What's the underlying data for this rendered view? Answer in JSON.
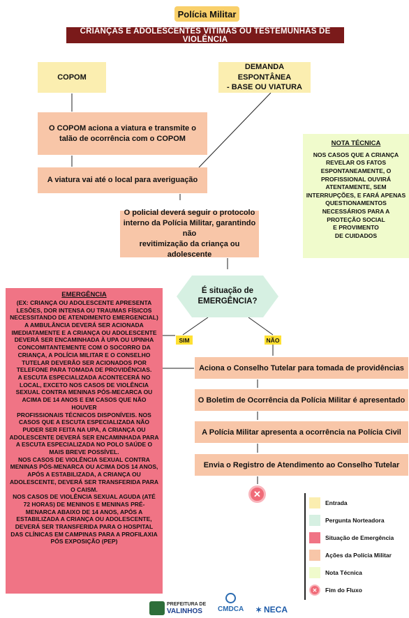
{
  "header": {
    "title": "Polícia Militar",
    "subtitle": "CRIANÇAS E ADOLESCENTES VÍTIMAS OU TESTEMUNHAS DE VIOLÊNCIA"
  },
  "flow": {
    "copom": "COPOM",
    "demanda_line1": "DEMANDA ESPONTÂNEA",
    "demanda_line2": "- BASE OU VIATURA",
    "step1_line1": "O COPOM aciona a viatura e transmite o",
    "step1_line2": "talão de ocorrência com o COPOM",
    "step2": "A viatura vai até o local para averiguação",
    "protocol_line1": "O policial deverá seguir o protocolo",
    "protocol_line2": "interno da Polícia Militar, garantindo não",
    "protocol_line3": "revitimização da criança ou adolescente",
    "decision_line1": "É situação de",
    "decision_line2": "EMERGÊNCIA?",
    "sim": "SIM",
    "nao": "NÃO",
    "actions": [
      "Aciona o Conselho Tutelar para tomada de providências",
      "O Boletim de Ocorrência da Polícia Militar é apresentado",
      "A Polícia Militar apresenta a ocorrência na Polícia Civil",
      "Envia o Registro de Atendimento ao Conselho Tutelar"
    ]
  },
  "nota_tecnica": {
    "title": "NOTA TÉCNICA",
    "lines": [
      "NOS CASOS QUE A CRIANÇA",
      "REVELAR OS FATOS",
      "ESPONTANEAMENTE, O",
      "PROFISSIONAL OUVIRÁ",
      "ATENTAMENTE, SEM",
      "INTERRUPÇÕES, E FARÁ APENAS",
      "QUESTIONAMENTOS",
      "NECESSÁRIOS PARA A",
      "PROTEÇÃO SOCIAL",
      "E PROVIMENTO",
      "DE CUIDADOS"
    ]
  },
  "emergencia": {
    "title": "EMERGÊNCIA",
    "lines": [
      "(EX: CRIANÇA OU ADOLESCENTE APRESENTA",
      "LESÕES, DOR INTENSA OU TRAUMAS FÍSICOS",
      "NECESSITANDO DE ATENDIMENTO EMERGENCIAL)",
      "A AMBULÂNCIA DEVERÁ SER ACIONADA",
      "IMEDIATAMENTE E A CRIANÇA OU ADOLESCENTE",
      "DEVERÁ SER ENCAMINHADA À UPA OU UPINHA",
      "CONCOMITANTEMENTE COM O SOCORRO DA",
      "CRIANÇA, A POLÍCIA MILITAR E O CONSELHO",
      "TUTELAR DEVERÃO SER ACIONADOS POR",
      "TELEFONE PARA TOMADA DE PROVIDÊNCIAS.",
      "A ESCUTA ESPECIALIZADA ACONTECERÁ NO",
      "LOCAL, EXCETO NOS CASOS DE VIOLÊNCIA",
      "SEXUAL CONTRA MENINAS PÓS-MECARCA OU",
      "ACIMA DE 14 ANOS E EM CASOS QUE NÃO HOUVER",
      "PROFISSIONAIS TÉCNICOS DISPONÍVEIS. NOS",
      "CASOS QUE A ESCUTA ESPECIALIZADA NÃO",
      "PUDER SER FEITA NA UPA, A CRIANÇA OU",
      "ADOLESCENTE DEVERÁ SER ENCAMINHADA PARA",
      "A ESCUTA ESPECIALIZADA NO POLO SAÚDE O",
      "MAIS BREVE POSSÍVEL.",
      "NOS CASOS DE VIOLÊNCIA SEXUAL CONTRA",
      "MENINAS PÓS-MENARCA OU ACIMA DOS 14 ANOS,",
      "APÓS A ESTABILIZADA, A CRIANÇA OU",
      "ADOLESCENTE, DEVERÁ SER TRANSFERIDA PARA",
      "O CAISM.",
      "NOS CASOS DE VIOLÊNCIA SEXUAL AGUDA (ATÉ",
      "72 HORAS) DE MENINOS E MENINAS PRÉ-",
      "MENARCA ABAIXO DE 14 ANOS, APÓS A",
      "ESTABILIZADA A CRIANÇA OU ADOLESCENTE,",
      "DEVERÁ SER TRANSFERIDA PARA O HOSPITAL",
      "DAS CLÍNICAS EM CAMPINAS PARA A PROFILAXIA",
      "PÓS EXPOSIÇÃO (PEP)"
    ]
  },
  "legend": {
    "items": [
      {
        "label": "Entrada",
        "color": "#fbeeb0"
      },
      {
        "label": "Pergunta Norteadora",
        "color": "#d6f0e2"
      },
      {
        "label": "Situação de Emergência",
        "color": "#f07485"
      },
      {
        "label": "Ações da Polícia Militar",
        "color": "#f8c6a8"
      },
      {
        "label": "Nota Técnica",
        "color": "#f0fbcc"
      },
      {
        "label": "Fim do Fluxo",
        "color": "#f06b78"
      }
    ]
  },
  "footer": {
    "logo1_line1": "PREFEITURA DE",
    "logo1_line2": "VALINHOS",
    "logo2": "CMDCA",
    "logo3": "NECA"
  }
}
